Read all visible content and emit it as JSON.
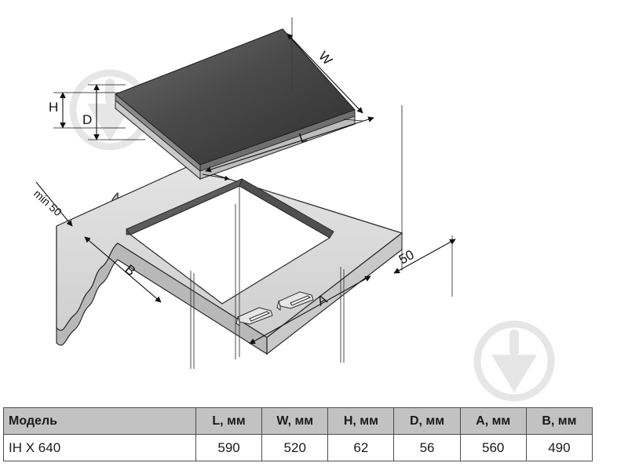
{
  "figure": {
    "title": "Installation dimension diagram for built-in hob",
    "dimension_labels": {
      "width_top": "W",
      "length_top": "L",
      "height": "H",
      "depth": "D",
      "cutout_width": "B",
      "cutout_length": "A",
      "edge_clearance": "50",
      "min_edge_clearance": "min 50"
    },
    "watermark": {
      "name": "site-watermark-logo",
      "color": "#e4e4e4"
    },
    "colors": {
      "hob_surface_dark": "#3b3b3b",
      "hob_surface_light": "#6d6d6d",
      "hob_edge": "#d9d9d9",
      "counter_top": "#dcdcdc",
      "counter_side": "#c3c3c3",
      "cutout_inner": "#ffffff",
      "cutout_shadow": "#5a5a5a",
      "line": "#1a1a1a",
      "table_header_bg": "#c2c2c2"
    }
  },
  "table": {
    "headers": [
      "Модель",
      "L, мм",
      "W, мм",
      "H, мм",
      "D, мм",
      "A, мм",
      "B, мм"
    ],
    "rows": [
      {
        "model": "IH X 640",
        "L": "590",
        "W": "520",
        "H": "62",
        "D": "56",
        "A": "560",
        "B": "490"
      }
    ]
  }
}
